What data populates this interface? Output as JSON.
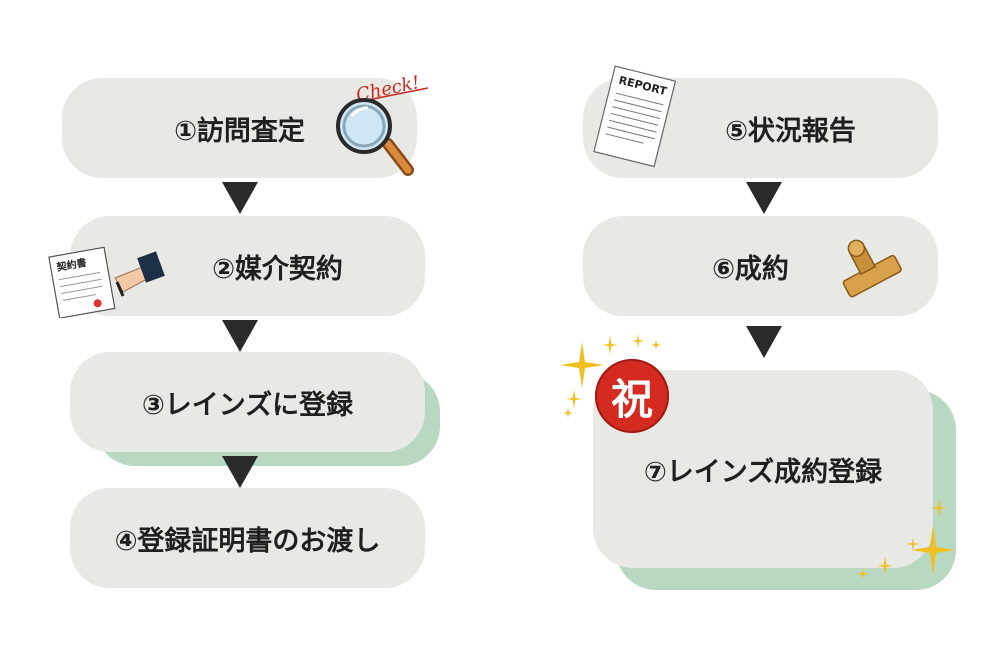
{
  "steps": [
    {
      "label": "①訪問査定"
    },
    {
      "label": "②媒介契約"
    },
    {
      "label": "③レインズに登録"
    },
    {
      "label": "④登録証明書のお渡し"
    },
    {
      "label": "⑤状況報告"
    },
    {
      "label": "⑥成約"
    },
    {
      "label": "⑦レインズ成約登録"
    }
  ],
  "illustrations": {
    "check_text": "Check!",
    "contract_text": "契約書",
    "report_text": "REPORT",
    "celebration_text": "祝"
  },
  "colors": {
    "box": "#e8e8e5",
    "shadow": "#b9d8c2",
    "arrow": "#2a2a2a",
    "celebration_badge": "#d42a20"
  }
}
